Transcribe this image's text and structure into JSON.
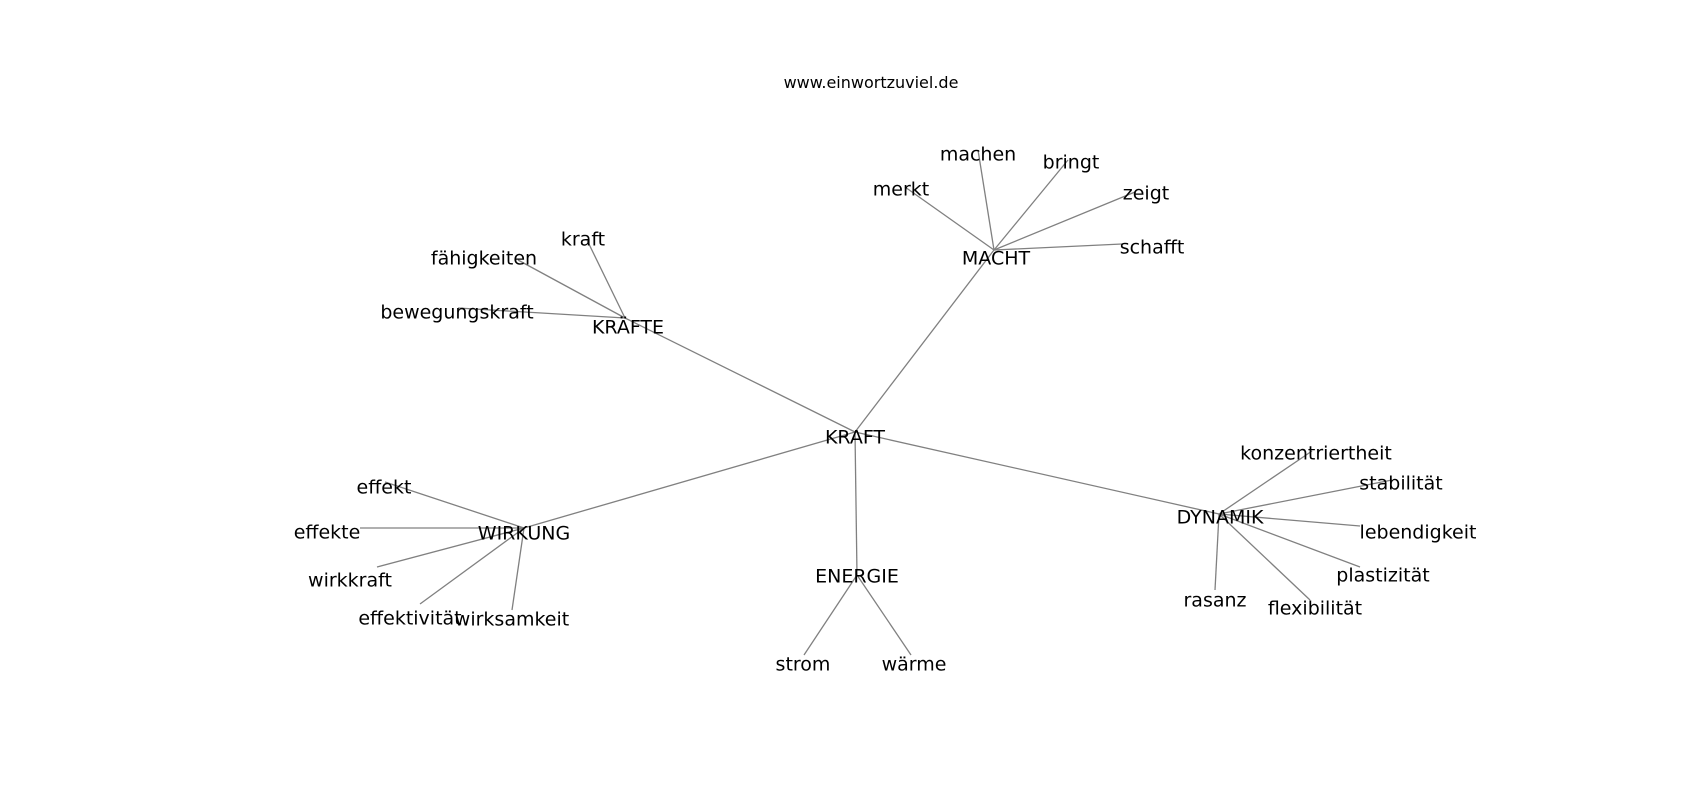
{
  "source_url": "www.einwortzuviel.de",
  "graph": {
    "center": "KRAFT",
    "clusters": [
      {
        "name": "KRÄFTE",
        "children": [
          "kraft",
          "fähigkeiten",
          "bewegungskraft"
        ]
      },
      {
        "name": "MACHT",
        "children": [
          "merkt",
          "machen",
          "bringt",
          "zeigt",
          "schafft"
        ]
      },
      {
        "name": "WIRKUNG",
        "children": [
          "effekt",
          "effekte",
          "wirkkraft",
          "effektivität",
          "wirksamkeit"
        ]
      },
      {
        "name": "ENERGIE",
        "children": [
          "strom",
          "wärme"
        ]
      },
      {
        "name": "DYNAMIK",
        "children": [
          "konzentriertheit",
          "stabilität",
          "lebendigkeit",
          "plastizität",
          "flexibilität",
          "rasanz"
        ]
      }
    ]
  }
}
